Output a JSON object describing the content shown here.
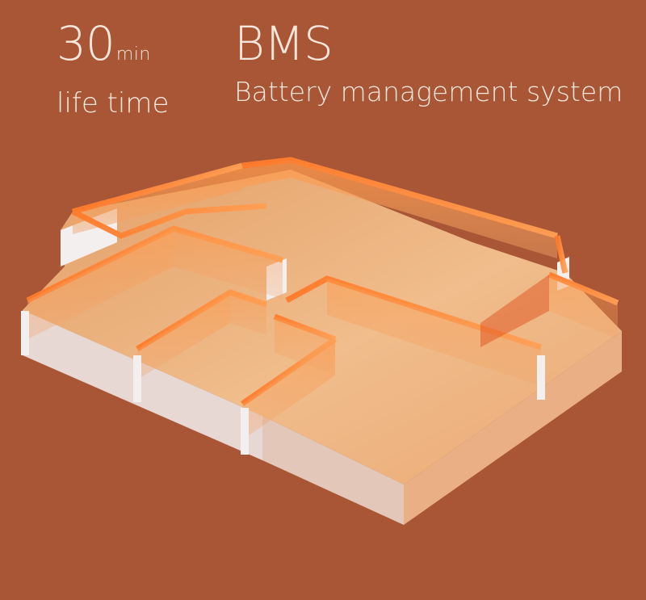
{
  "stats": {
    "life_time": {
      "value": "30",
      "unit": "min",
      "label": "life time"
    },
    "bms": {
      "title": "BMS",
      "label": "Battery management system"
    }
  },
  "colors": {
    "background": "#a85635",
    "text": "#f6e7dc",
    "wall_glow": "#ff8a3c",
    "floor": "#f5c48f",
    "base_white": "#f3efee"
  },
  "illustration": "floor-plan-3d"
}
